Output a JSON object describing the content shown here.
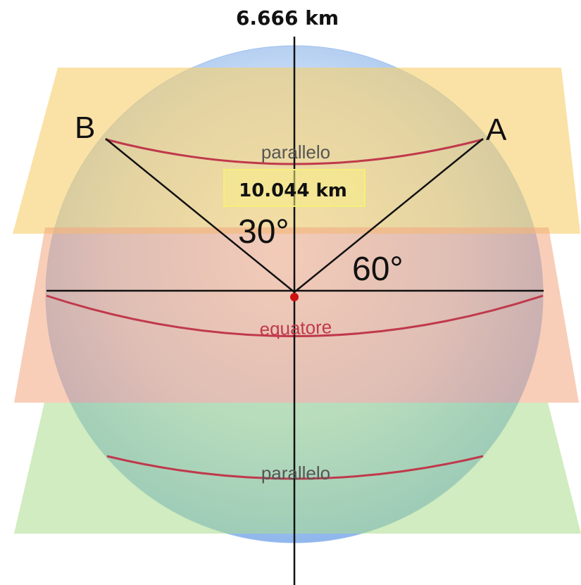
{
  "labels": {
    "top_distance": "6.666 km",
    "middle_distance": "10.044 km",
    "point_b": "B",
    "point_a": "A",
    "angle_b": "30°",
    "angle_a": "60°",
    "parallel_top": "parallelo",
    "equator": "equatore",
    "parallel_bottom": "parallelo"
  },
  "colors": {
    "sphere_light": "#eef4fc",
    "sphere_dark": "#8ab4ec",
    "plane_top": "#f6cf6a",
    "plane_middle": "#f3a57f",
    "plane_bottom": "#a9dd8c",
    "circle_line": "#c0394b",
    "axis_line": "#111111",
    "center_dot": "#cc1111",
    "highlight_box": "#f4f07a"
  }
}
